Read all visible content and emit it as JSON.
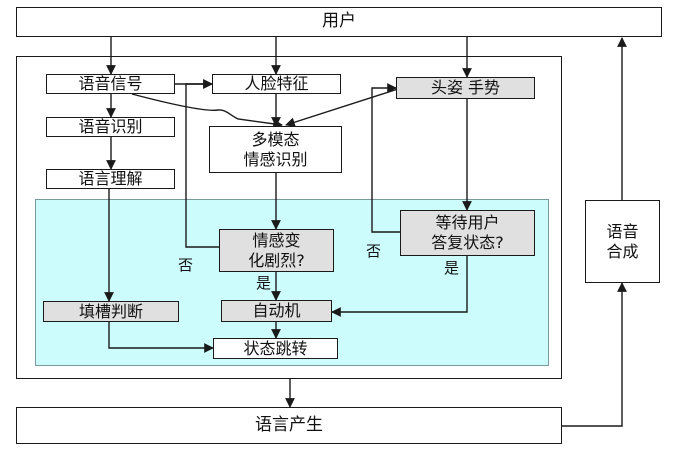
{
  "nodes": {
    "user": "用户",
    "speech_signal": "语音信号",
    "speech_recognition": "语音识别",
    "language_understanding": "语言理解",
    "face_features": "人脸特征",
    "multimodal_emotion": "多模态\n情感识别",
    "head_gesture": "头姿  手势",
    "emotion_change": "情感变\n化剧烈?",
    "wait_user_reply": "等待用户\n答复状态?",
    "slot_judgment": "填槽判断",
    "automaton": "自动机",
    "state_transition": "状态跳转",
    "speech_synthesis": "语音\n合成",
    "language_generation": "语言产生"
  },
  "edge_labels": {
    "emotion_no": "否",
    "emotion_yes": "是",
    "wait_no": "否",
    "wait_yes": "是"
  },
  "colors": {
    "panel_fill": "#ccfcfc",
    "node_fill": "#ffffff",
    "decision_fill": "#e0e0e0",
    "stroke": "#1a1a1a"
  }
}
